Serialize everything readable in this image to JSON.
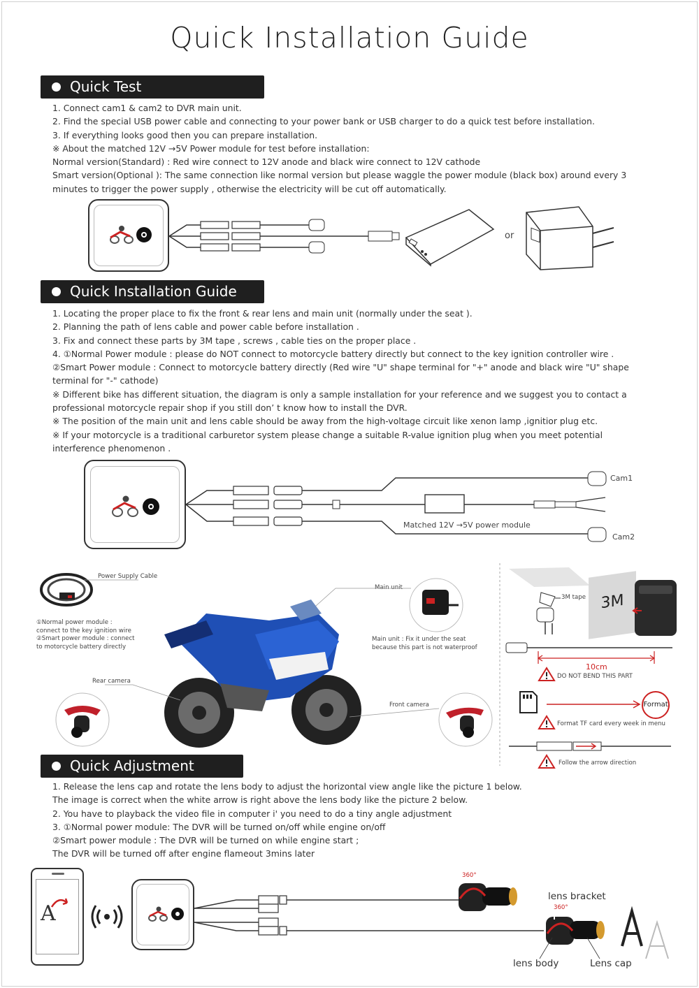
{
  "page_title": "Quick Installation Guide",
  "quick_test": {
    "heading": "Quick Test",
    "lines": [
      "1.  Connect cam1 & cam2 to DVR main unit.",
      "2.  Find the special USB power cable and connecting to your power bank or USB charger to do a quick test before installation.",
      "3.  If everything looks good then you can prepare installation.",
      "※ About the matched 12V →5V Power module for test before installation:",
      "Normal version(Standard) : Red wire connect to 12V anode and black wire connect to 12V cathode",
      "Smart version(Optional ): The same connection like normal version but please waggle the power module (black box) around every 3",
      "minutes to trigger the power supply , otherwise the electricity will be cut off automatically."
    ],
    "or_label": "or"
  },
  "install_guide": {
    "heading": "Quick Installation Guide",
    "lines": [
      "1.  Locating the proper place to fix the front & rear lens and main unit (normally under the seat ).",
      "2.  Planning the path of lens cable and power cable before installation .",
      "3.  Fix and connect these parts by 3M tape , screws , cable ties on the proper place .",
      "4.  ①Normal Power module :   please do NOT connect to motorcycle battery directly but connect to the key ignition controller wire .",
      "     ②Smart Power module : Connect to motorcycle battery directly (Red wire \"U\" shape terminal for \"+\" anode and black wire \"U\" shape",
      "terminal for \"-\" cathode)",
      "※ Different bike has different situation, the diagram is only a sample installation for your reference and we suggest you to contact a",
      "professional motorcycle repair shop if you still don’ t know how to install the DVR.",
      "※ The position of the main unit and lens cable should be away from the high-voltage circuit like xenon lamp ,ignitior plug etc.",
      "※ If your motorcycle is a traditional carburetor system please change a suitable R-value ignition plug when you meet potential",
      "interference phenomenon ."
    ],
    "cam1_label": "Cam1",
    "cam2_label": "Cam2",
    "power_module_label": "Matched 12V →5V power module"
  },
  "bike_diagram": {
    "power_supply_cable": "Power Supply Cable",
    "power_module_notes": [
      "①Normal power module :",
      "connect to the key ignition wire",
      "②Smart power module : connect",
      "to motorcycle battery directly"
    ],
    "main_unit": "Main unit",
    "main_unit_note": [
      "Main unit : Fix it under the seat",
      "because this part is not waterproof"
    ],
    "rear_camera": "Rear camera",
    "front_camera": "Front camera"
  },
  "mount_panel": {
    "tape_label": "3M tape",
    "tape_badge": "3M",
    "length_label": "10cm",
    "no_bend_warning": "DO NOT BEND THIS PART",
    "format_button": "Format",
    "format_note": "Format TF card every week in menu",
    "arrow_note": "Follow the arrow direction"
  },
  "quick_adjustment": {
    "heading": "Quick Adjustment",
    "lines": [
      "1.  Release the lens cap and rotate the lens body to adjust the horizontal view angle like the picture 1 below.",
      "     The image is correct when the white arrow is right above the lens body like the picture 2 below.",
      "2.  You have to playback the video file in computer i' you need to do a tiny angle adjustment",
      "3.  ①Normal power module: The DVR will be turned on/off while engine on/off",
      "     ②Smart power module : The DVR will be turned on while engine start ;",
      "     The DVR will be turned off after engine flameout 3mins later"
    ],
    "rotation_label_1": "360°",
    "rotation_label_2": "360°",
    "lens_bracket": "lens bracket",
    "lens_body": "lens body",
    "lens_cap": "Lens cap",
    "phone_glyph": "A"
  }
}
